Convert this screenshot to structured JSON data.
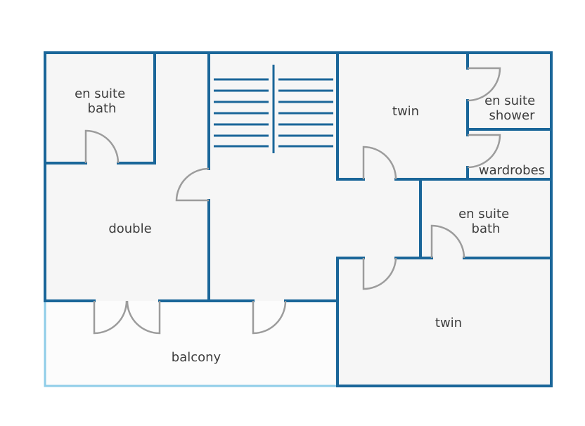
{
  "plan": {
    "rooms": [
      {
        "id": "ensuite-bath-tl",
        "lines": [
          "en suite",
          "bath"
        ]
      },
      {
        "id": "double",
        "lines": [
          "double"
        ]
      },
      {
        "id": "twin-top",
        "lines": [
          "twin"
        ]
      },
      {
        "id": "ensuite-shower",
        "lines": [
          "en suite",
          "shower"
        ]
      },
      {
        "id": "wardrobes",
        "lines": [
          "wardrobes"
        ]
      },
      {
        "id": "ensuite-bath-r",
        "lines": [
          "en suite",
          "bath"
        ]
      },
      {
        "id": "twin-bottom",
        "lines": [
          "twin"
        ]
      },
      {
        "id": "balcony",
        "lines": [
          "balcony"
        ]
      }
    ]
  },
  "colors": {
    "wall": "#1a6699",
    "balcony_rail": "#8fcde8",
    "floor": "#f6f6f6",
    "door": "#9c9c9c",
    "text": "#3d3d3d"
  }
}
